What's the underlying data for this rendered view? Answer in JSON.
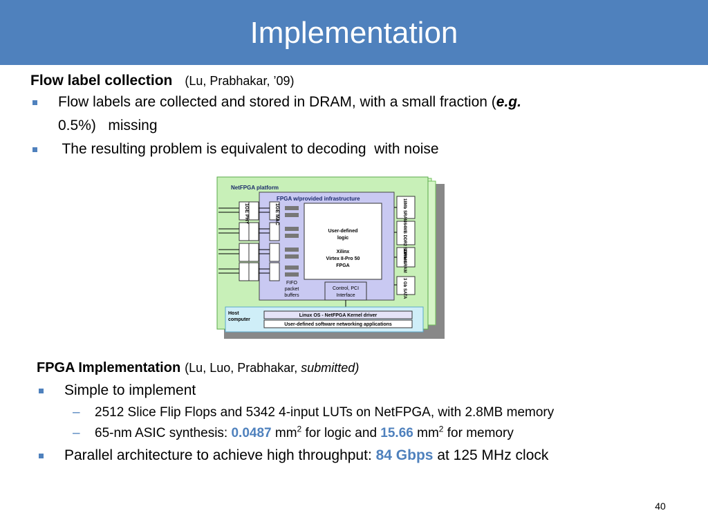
{
  "slide": {
    "title": "Implementation",
    "section1": {
      "heading": "Flow label collection",
      "citation": "(Lu, Prabhakar, ’09)",
      "bullet1_a": "Flow labels are collected and stored in DRAM, with a small fraction (",
      "bullet1_em": "e.g.",
      "bullet1_b": "0.5%)   missing",
      "bullet2": " The resulting problem is equivalent to decoding  with noise"
    },
    "figure": {
      "platform_label": "NetFPGA platform",
      "fpga_label": "FPGA w/provided infrastructure",
      "phy_label": "1GE PHY",
      "mac_label": "1GE MAC",
      "logic_label1": "User-defined",
      "logic_label2": "logic",
      "chip_label1": "Xilinx",
      "chip_label2": "Virtex II-Pro 50",
      "chip_label3": "FPGA",
      "fifo_label1": "FIFO",
      "fifo_label2": "packet",
      "fifo_label3": "buffers",
      "control_label1": "Control, PCI",
      "control_label2": "Interface",
      "sram1_label": "18Mb SRAM",
      "ddr_label": "64MB DDR2 SDRAM",
      "sram2_label": "18Mb SRAM",
      "sata_label": "3 Gb SATA",
      "host_label1": "Host",
      "host_label2": "computer",
      "kernel_label": "Linux OS - NetFPGA Kernel driver",
      "apps_label": "User-defined software networking applications"
    },
    "section2": {
      "heading": "FPGA Implementation",
      "citation": "(Lu, Luo, Prabhakar, ",
      "citation_em": "submitted)",
      "bullet1": "Simple to implement",
      "sub1": "2512 Slice Flip Flops and 5342 4-input LUTs on NetFPGA, with 2.8MB memory",
      "sub2_a": "65-nm ASIC synthesis: ",
      "sub2_v1": "0.0487",
      "sub2_b": " mm",
      "sub2_c": " for logic and ",
      "sub2_v2": "15.66",
      "sub2_d": " mm",
      "sub2_e": " for memory",
      "sup": "2",
      "bullet2_a": "Parallel architecture to achieve high throughput: ",
      "bullet2_v": "84 Gbps",
      "bullet2_b": " at 125 MHz clock",
      "dash": "–"
    },
    "page_number": "40",
    "colors": {
      "title_bar": "#4f81bd",
      "accent": "#4f81bd"
    }
  }
}
